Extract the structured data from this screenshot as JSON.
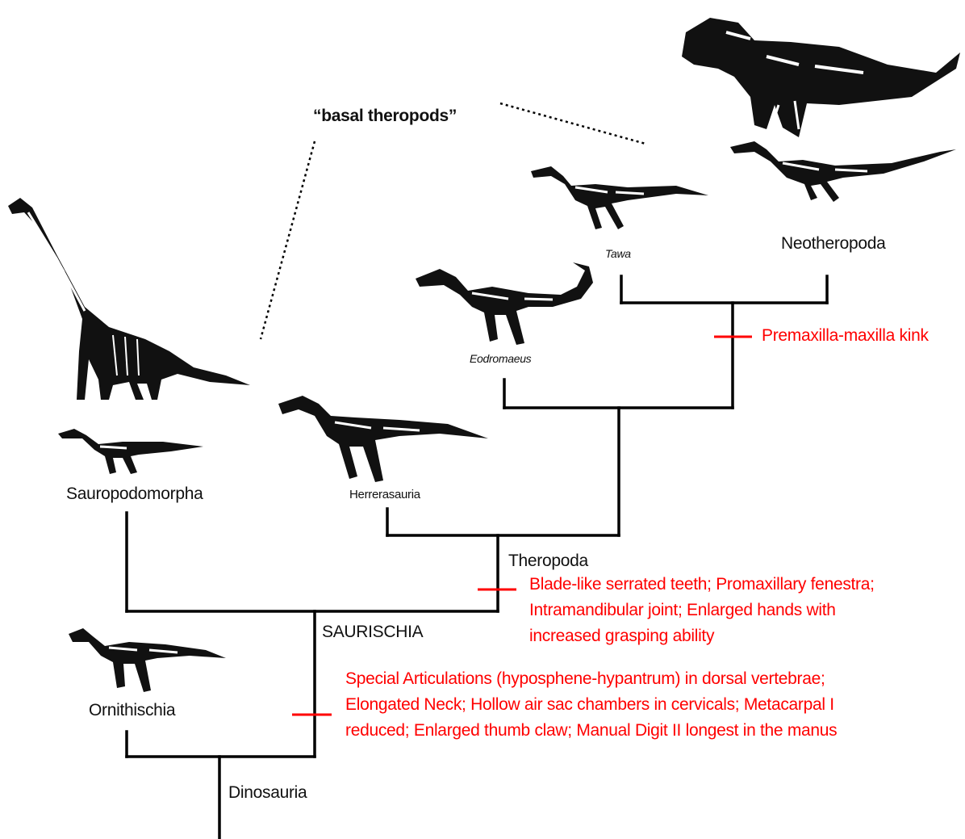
{
  "labels": {
    "basal_theropods": "“basal theropods”",
    "tawa": "Tawa",
    "neotheropoda": "Neotheropoda",
    "eodromaeus": "Eodromaeus",
    "sauropodomorpha": "Sauropodomorpha",
    "herrerasauria": "Herrerasauria",
    "theropoda": "Theropoda",
    "saurischia": "SAURISCHIA",
    "ornithischia": "Ornithischia",
    "dinosauria": "Dinosauria"
  },
  "synapomorphies": {
    "neotheropoda": [
      "Premaxilla-maxilla kink"
    ],
    "theropoda": [
      "Blade-like serrated teeth; Promaxillary fenestra;",
      "Intramandibular joint; Enlarged hands with",
      "increased grasping ability"
    ],
    "saurischia": [
      "Special Articulations (hyposphene-hypantrum) in dorsal vertebrae;",
      "Elongated Neck; Hollow air sac chambers in cervicals; Metacarpal I",
      "reduced; Enlarged thumb claw; Manual Digit II longest in the manus"
    ]
  },
  "colors": {
    "tree": "#000000",
    "synapomorphy": "#ff0000"
  },
  "silhouettes": [
    "tyrannosaur",
    "coelophysoid",
    "tawa",
    "eodromaeus",
    "brachiosaur",
    "sauropodomorph-small",
    "herrerasaurus",
    "ornithischian"
  ]
}
